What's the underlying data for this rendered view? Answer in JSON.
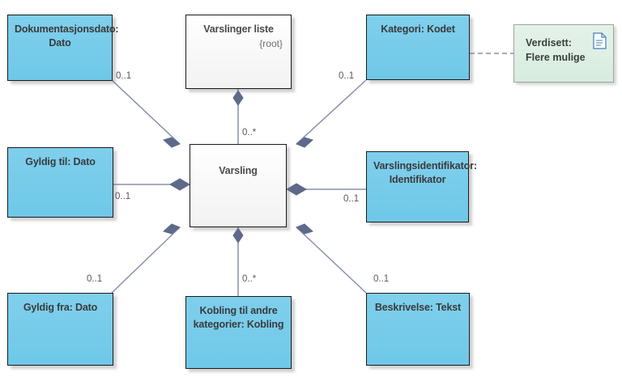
{
  "diagram": {
    "title": "Varsling UML class diagram",
    "colors": {
      "class_fill": "#74cbea",
      "root_fill": "#fbfbfb",
      "note_fill": "#deefe4",
      "connector": "#8890ab",
      "diamond": "#5d6a8a",
      "border": "#1b1b1b",
      "text": "#3a3a3a"
    }
  },
  "nodes": {
    "dokumentasjonsdato": {
      "label": "Dokumentasjonsdato: Dato",
      "kind": "class"
    },
    "varslinger_liste": {
      "label": "Varslinger liste",
      "stereotype": "{root}",
      "kind": "root-class"
    },
    "kategori": {
      "label": "Kategori: Kodet",
      "kind": "class"
    },
    "gyldig_til": {
      "label": "Gyldig til: Dato",
      "kind": "class"
    },
    "varsling": {
      "label": "Varsling",
      "kind": "class"
    },
    "varslingsidentifikator": {
      "label": "Varslingsidentifikator: Identifikator",
      "kind": "class"
    },
    "gyldig_fra": {
      "label": "Gyldig fra: Dato",
      "kind": "class"
    },
    "kobling": {
      "label": "Kobling til andre kategorier: Kobling",
      "kind": "class"
    },
    "beskrivelse": {
      "label": "Beskrivelse: Tekst",
      "kind": "class"
    }
  },
  "note": {
    "text": "Verdisett:\nFlere mulige",
    "line1": "Verdisett:",
    "line2": "Flere mulige",
    "icon": "document-icon"
  },
  "multiplicities": {
    "dokumentasjonsdato": "0..1",
    "varslinger_liste": "0..*",
    "kategori": "0..1",
    "gyldig_til": "0..1",
    "varslingsidentifikator": "0..1",
    "gyldig_fra": "0..1",
    "kobling": "0..*",
    "beskrivelse": "0..1"
  },
  "connections": [
    {
      "from": "dokumentasjonsdato",
      "to": "varsling",
      "multiplicity": "0..1",
      "type": "composition"
    },
    {
      "from": "varslinger_liste",
      "to": "varsling",
      "multiplicity": "0..*",
      "type": "composition"
    },
    {
      "from": "kategori",
      "to": "varsling",
      "multiplicity": "0..1",
      "type": "composition"
    },
    {
      "from": "gyldig_til",
      "to": "varsling",
      "multiplicity": "0..1",
      "type": "composition"
    },
    {
      "from": "varslingsidentifikator",
      "to": "varsling",
      "multiplicity": "0..1",
      "type": "composition"
    },
    {
      "from": "gyldig_fra",
      "to": "varsling",
      "multiplicity": "0..1",
      "type": "composition"
    },
    {
      "from": "kobling",
      "to": "varsling",
      "multiplicity": "0..*",
      "type": "composition"
    },
    {
      "from": "beskrivelse",
      "to": "varsling",
      "multiplicity": "0..1",
      "type": "composition"
    },
    {
      "from": "kategori",
      "to": "note",
      "type": "dashed-link"
    }
  ]
}
